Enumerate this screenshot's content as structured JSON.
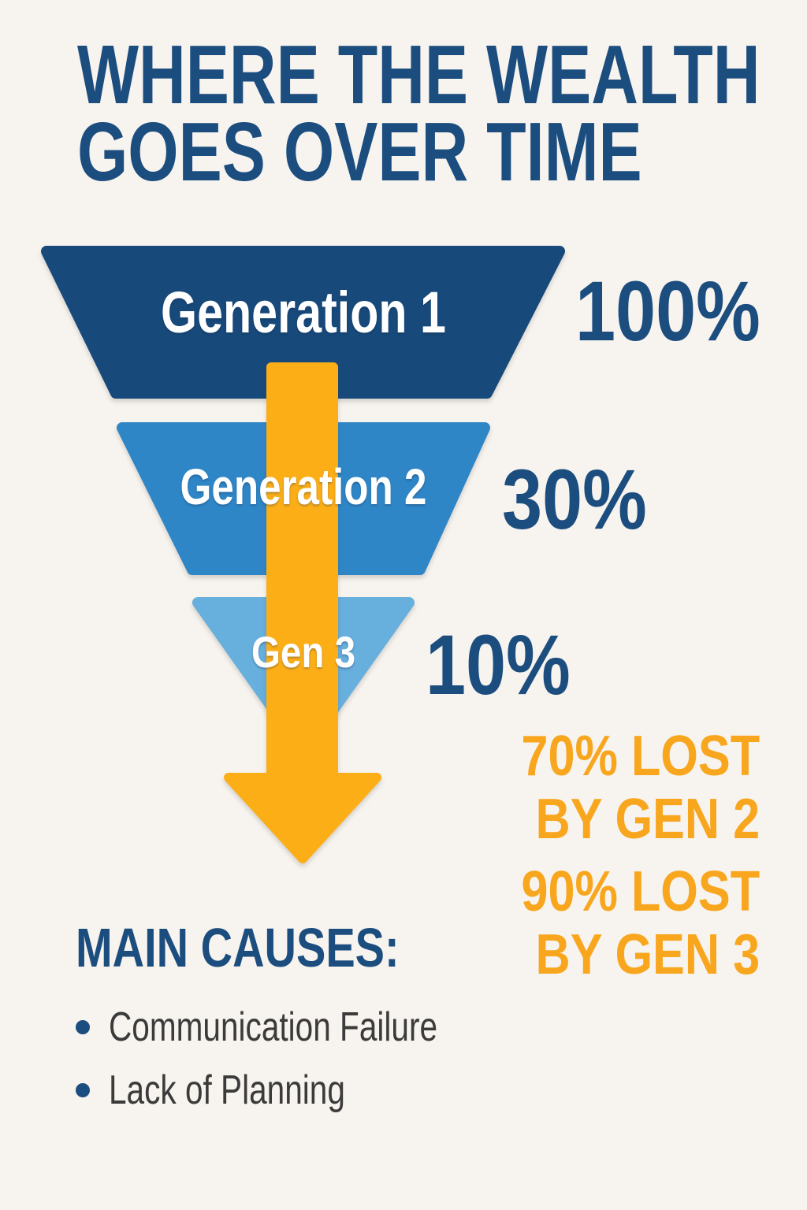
{
  "title": {
    "line1": "WHERE THE WEALTH",
    "line2": "GOES OVER TIME"
  },
  "funnel": {
    "tiers": [
      {
        "label": "Generation 1",
        "value": "100%",
        "color": "#17497b"
      },
      {
        "label": "Generation 2",
        "value": "30%",
        "color": "#2f86c7"
      },
      {
        "label": "Gen 3",
        "value": "10%",
        "color": "#67afdd"
      }
    ],
    "arrow_color": "#fcae17"
  },
  "loss_notes": [
    {
      "line1": "70% LOST",
      "line2": "BY GEN 2"
    },
    {
      "line1": "90% LOST",
      "line2": "BY GEN 3"
    }
  ],
  "causes": {
    "heading": "MAIN CAUSES:",
    "items": [
      "Communication Failure",
      "Lack of Planning"
    ]
  },
  "colors": {
    "background": "#f7f3ee",
    "navy_text": "#1c4d7f",
    "orange": "#fcae17",
    "orange_text": "#f8a61d",
    "body_text": "#3b3b3b"
  },
  "chart_data": {
    "type": "funnel",
    "title": "WHERE THE WEALTH GOES OVER TIME",
    "categories": [
      "Generation 1",
      "Generation 2",
      "Gen 3"
    ],
    "values": [
      100,
      30,
      10
    ],
    "unit": "%",
    "annotations": [
      "70% LOST BY GEN 2",
      "90% LOST BY GEN 3"
    ],
    "notes_heading": "MAIN CAUSES:",
    "notes": [
      "Communication Failure",
      "Lack of Planning"
    ],
    "legend_position": "none",
    "grid": false
  }
}
